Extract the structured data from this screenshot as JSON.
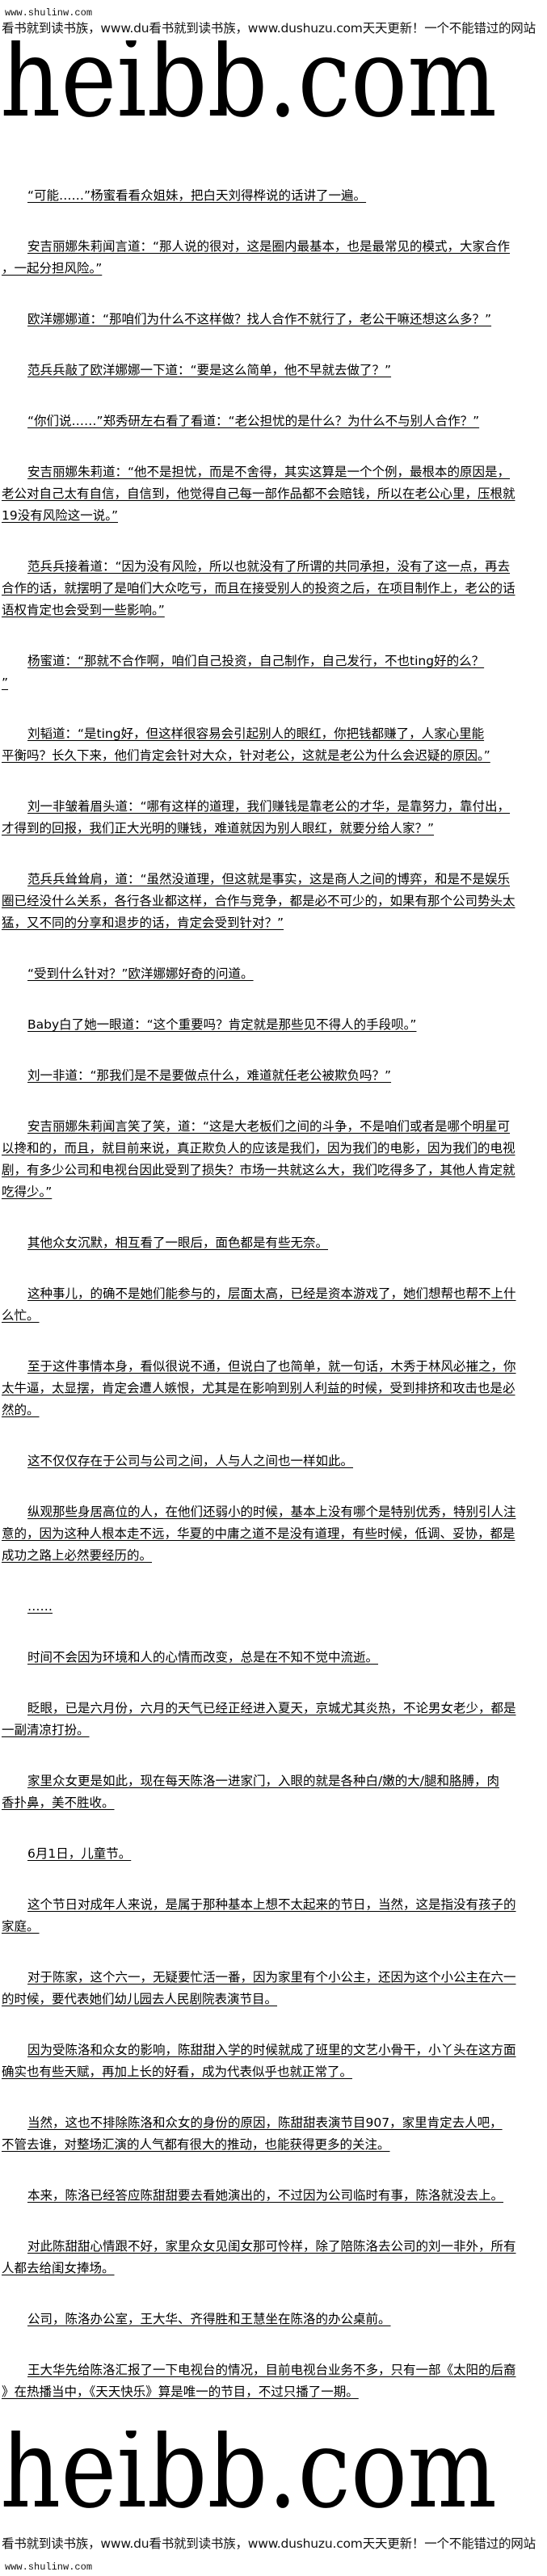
{
  "header": {
    "site_url": "www.shulinw.com",
    "banner": "看书就到读书族，www.du看书就到读书族，www.dushuzu.com天天更新！一个不能错过的网站",
    "logo": "heibb.com"
  },
  "footer": {
    "logo": "heibb.com",
    "banner": "看书就到读书族，www.du看书就到读书族，www.dushuzu.com天天更新！一个不能错过的网站",
    "site_url": "www.shulinw.com"
  },
  "paragraphs": [
    [
      "“可能……”杨蜜看看众姐妹，把白天刘得桦说的话讲了一遍。"
    ],
    [
      "安吉丽娜朱莉闻言道：“那人说的很对，这是圈内最基本，也是最常见的模式，大家合作",
      "，一起分担风险。”"
    ],
    [
      "欧洋娜娜道：“那咱们为什么不这样做？找人合作不就行了，老公干嘛还想这么多？”"
    ],
    [
      "范兵兵敲了欧洋娜娜一下道：“要是这么简单，他不早就去做了？”"
    ],
    [
      "“你们说……”郑秀研左右看了看道：“老公担忧的是什么？为什么不与别人合作？”"
    ],
    [
      "安吉丽娜朱莉道：“他不是担忧，而是不舍得，其实这算是一个个例，最根本的原因是，",
      "老公对自己太有自信，自信到，他觉得自己每一部作品都不会赔钱，所以在老公心里，压根就",
      "19没有风险这一说。”"
    ],
    [
      "范兵兵接着道：“因为没有风险，所以也就没有了所谓的共同承担，没有了这一点，再去",
      "合作的话，就摆明了是咱们大众吃亏，而且在接受别人的投资之后，在项目制作上，老公的话",
      "语权肯定也会受到一些影响。”"
    ],
    [
      "杨蜜道：“那就不合作啊，咱们自己投资，自己制作，自己发行，不也ting好的么？",
      "”"
    ],
    [
      "刘韬道：“是ting好，但这样很容易会引起别人的眼红，你把钱都赚了，人家心里能",
      "平衡吗？长久下来，他们肯定会针对大众，针对老公，这就是老公为什么会迟疑的原因。”"
    ],
    [
      "刘一非皱着眉头道：“哪有这样的道理，我们赚钱是靠老公的才华，是靠努力，靠付出，",
      "才得到的回报，我们正大光明的赚钱，难道就因为别人眼红，就要分给人家？”"
    ],
    [
      "范兵兵耸耸肩，道：“虽然没道理，但这就是事实，这是商人之间的博弈，和是不是娱乐",
      "圈已经没什么关系，各行各业都这样，合作与竞争，都是必不可少的，如果有那个公司势头太",
      "猛，又不同的分享和退步的话，肯定会受到针对？”"
    ],
    [
      "“受到什么针对？”欧洋娜娜好奇的问道。"
    ],
    [
      "Baby白了她一眼道：“这个重要吗？肯定就是那些见不得人的手段呗。”"
    ],
    [
      "刘一非道：“那我们是不是要做点什么，难道就任老公被欺负吗？”"
    ],
    [
      "安吉丽娜朱莉闻言笑了笑，道：“这是大老板们之间的斗争，不是咱们或者是哪个明星可",
      "以搀和的，而且，就目前来说，真正欺负人的应该是我们，因为我们的电影，因为我们的电视",
      "剧，有多少公司和电视台因此受到了损失？市场一共就这么大，我们吃得多了，其他人肯定就",
      "吃得少。”"
    ],
    [
      "其他众女沉默，相互看了一眼后，面色都是有些无奈。"
    ],
    [
      "这种事儿，的确不是她们能参与的，层面太高，已经是资本游戏了，她们想帮也帮不上什",
      "么忙。"
    ],
    [
      "至于这件事情本身，看似很说不通，但说白了也简单，就一句话，木秀于林风必摧之，你",
      "太牛逼，太显摆，肯定会遭人嫉恨，尤其是在影响到别人利益的时候，受到排挤和攻击也是必",
      "然的。"
    ],
    [
      "这不仅仅存在于公司与公司之间，人与人之间也一样如此。"
    ],
    [
      "纵观那些身居高位的人，在他们还弱小的时候，基本上没有哪个是特别优秀，特别引人注",
      "意的，因为这种人根本走不远，华夏的中庸之道不是没有道理，有些时候，低调、妥协，都是",
      "成功之路上必然要经历的。"
    ],
    [
      "……"
    ],
    [
      "时间不会因为环境和人的心情而改变，总是在不知不觉中流逝。"
    ],
    [
      "眨眼，已是六月份，六月的天气已经正经进入夏天，京城尤其炎热，不论男女老少，都是",
      "一副清凉打扮。"
    ],
    [
      "家里众女更是如此，现在每天陈洛一进家门，入眼的就是各种白/嫩的大/腿和胳膊，肉",
      "香扑鼻，美不胜收。"
    ],
    [
      "6月1日，儿童节。"
    ],
    [
      "这个节日对成年人来说，是属于那种基本上想不太起来的节日，当然，这是指没有孩子的",
      "家庭。"
    ],
    [
      "对于陈家，这个六一，无疑要忙活一番，因为家里有个小公主，还因为这个小公主在六一",
      "的时候，要代表她们幼儿园去人民剧院表演节目。"
    ],
    [
      "因为受陈洛和众女的影响，陈甜甜入学的时候就成了班里的文艺小骨干，小丫头在这方面",
      "确实也有些天赋，再加上长的好看，成为代表似乎也就正常了。"
    ],
    [
      "当然，这也不排除陈洛和众女的身份的原因，陈甜甜表演节目907，家里肯定去人吧，",
      "不管去谁，对整场汇演的人气都有很大的推动，也能获得更多的关注。"
    ],
    [
      "本来，陈洛已经答应陈甜甜要去看她演出的，不过因为公司临时有事，陈洛就没去上。"
    ],
    [
      "对此陈甜甜心情跟不好，家里众女见闺女那可怜样，除了陪陈洛去公司的刘一非外，所有",
      "人都去给闺女捧场。"
    ],
    [
      "公司，陈洛办公室，王大华、齐得胜和王慧坐在陈洛的办公桌前。"
    ],
    [
      "王大华先给陈洛汇报了一下电视台的情况，目前电视台业务不多，只有一部《太阳的后裔",
      "》在热播当中，《天天快乐》算是唯一的节目，不过只播了一期。"
    ]
  ]
}
